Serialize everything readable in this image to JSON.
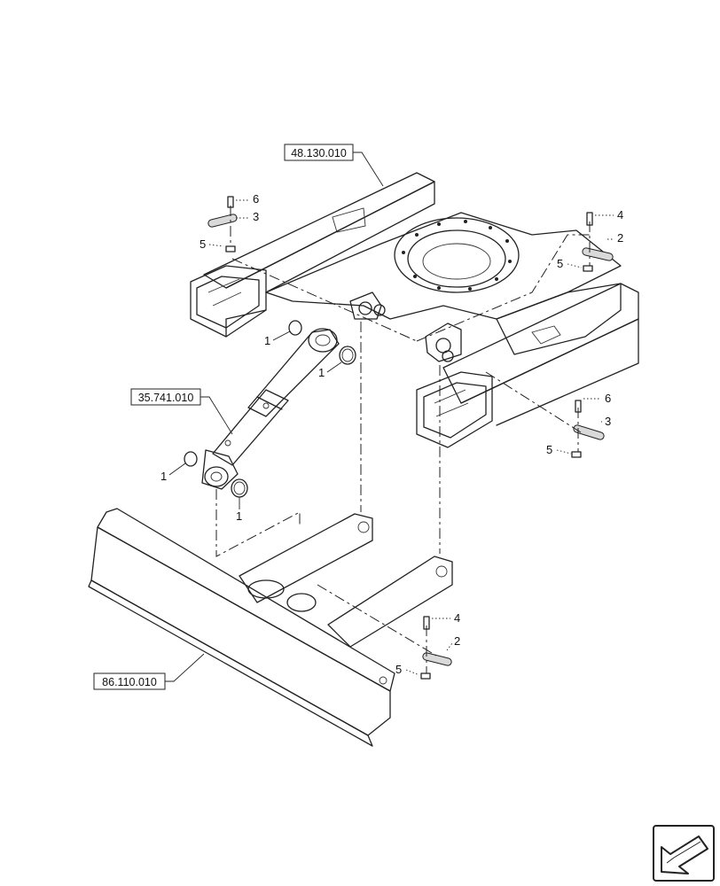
{
  "references": {
    "frame": "48.130.010",
    "cylinder": "35.741.010",
    "blade": "86.110.010"
  },
  "callouts": {
    "c1a": "1",
    "c1b": "1",
    "c1c": "1",
    "c1d": "1",
    "c2a": "2",
    "c2b": "2",
    "c3a": "3",
    "c3b": "3",
    "c4a": "4",
    "c4b": "4",
    "c5a": "5",
    "c5b": "5",
    "c5c": "5",
    "c5d": "5",
    "c6a": "6",
    "c6b": "6"
  },
  "icons": {
    "navigation": "return-arrow-icon"
  }
}
